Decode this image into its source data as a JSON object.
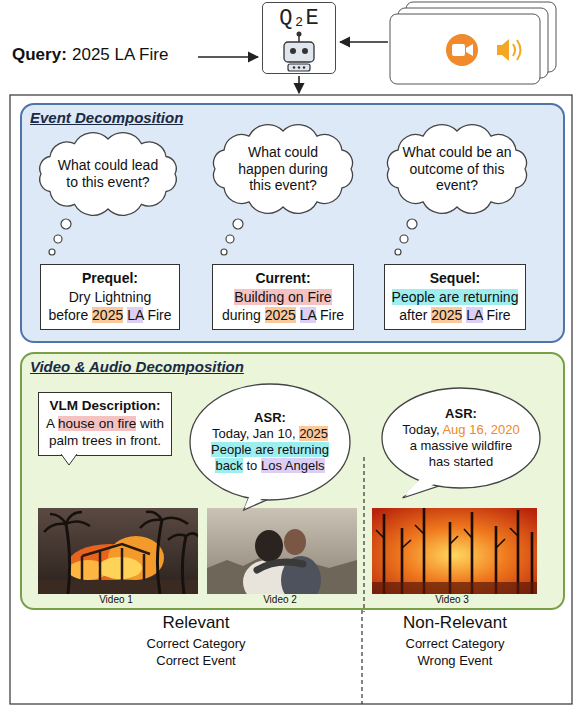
{
  "diagram": {
    "nodes": [
      {
        "text": [
          "Q₂E"
        ]
      },
      {
        "text": [
          "Event Decomposition"
        ]
      },
      {
        "text": [
          "What could lead to this event?"
        ],
        "in": 1
      },
      {
        "text": [
          "What could happen during this event?"
        ],
        "in": 1
      },
      {
        "text": [
          "What could be an outcome of this event?"
        ],
        "in": 1
      },
      {
        "text": [
          "Prequel:",
          "Dry Lightning before 2025 LA Fire"
        ],
        "in": 1
      },
      {
        "text": [
          "Current:",
          "Building on Fire during 2025 LA Fire"
        ],
        "in": 1
      },
      {
        "text": [
          "Sequel:",
          "People are returning after 2025 LA Fire"
        ],
        "in": 1
      },
      {
        "text": [
          "Video & Audio Decomposition"
        ]
      },
      {
        "text": [
          "VLM Description:",
          "A house on fire with palm trees in front."
        ],
        "in": 8
      },
      {
        "text": [
          "ASR:",
          "Today, Jan 10, 2025 People are returning back to Los Angels"
        ],
        "in": 8
      },
      {
        "text": [
          "ASR:",
          "Today, Aug 16, 2020 a massive wildfire has started"
        ],
        "in": 8
      }
    ],
    "labels": [
      "Query:",
      "2025 LA Fire",
      "Video 1",
      "Video 2",
      "Video 3",
      "Relevant",
      "Correct Category",
      "Correct Event",
      "Non-Relevant",
      "Correct Category",
      "Wrong Event"
    ]
  }
}
